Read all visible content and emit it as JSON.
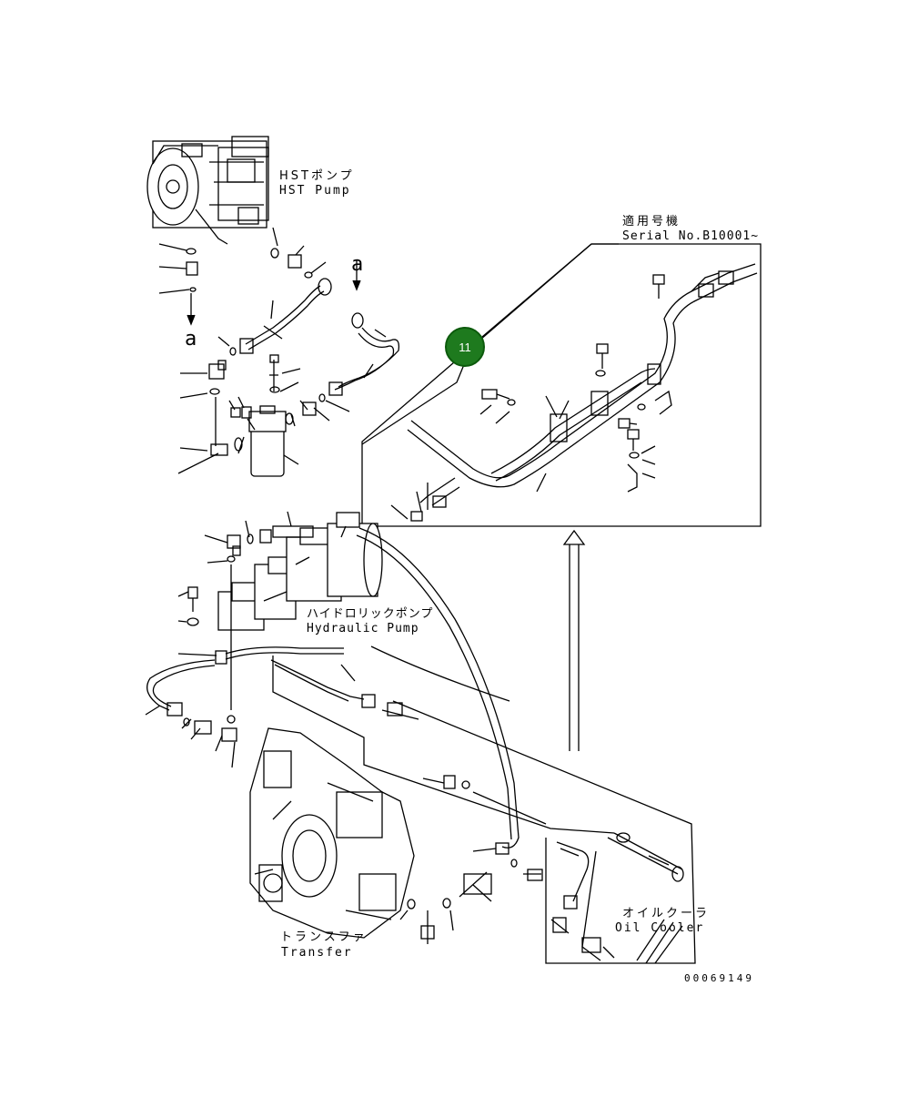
{
  "labels": {
    "hst_pump_jp": "HSTポンプ",
    "hst_pump_en": "HST Pump",
    "serial_jp": "適用号機",
    "serial_en": "Serial No.B10001~",
    "hydraulic_pump_jp": "ハイドロリックポンプ",
    "hydraulic_pump_en": "Hydraulic Pump",
    "oil_cooler_jp": "オイルクーラ",
    "oil_cooler_en": "Oil Cooler",
    "transfer_jp": "トランスファ",
    "transfer_en": "Transfer",
    "ref_a_top": "a",
    "ref_a_left": "a",
    "doc_number": "00069149"
  },
  "callout": {
    "number": "11",
    "color": "#1e7a1e"
  }
}
